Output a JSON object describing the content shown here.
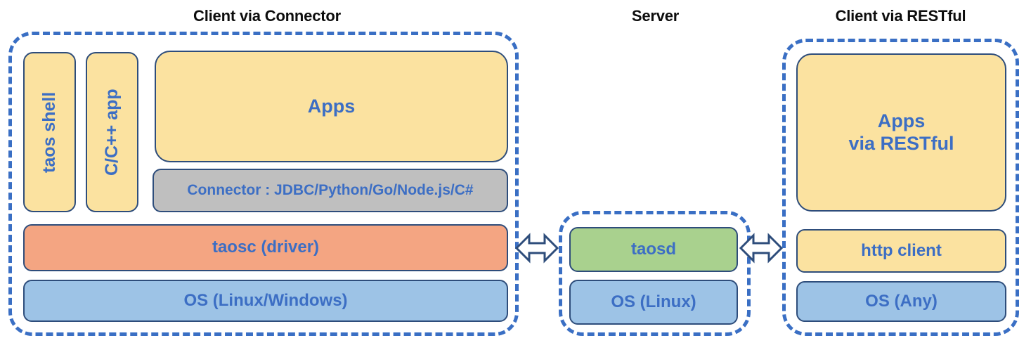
{
  "diagram": {
    "title_left": "Client via Connector",
    "title_middle": "Server",
    "title_right": "Client via RESTful",
    "colors": {
      "dashed_border": "#3a6fc4",
      "box_border": "#2e4d7b",
      "text_blue": "#3c6ec4",
      "title_black": "#0d0d0d",
      "yellow": "#fbe2a0",
      "gray": "#bfbfbf",
      "orange": "#f4a582",
      "blue": "#9dc3e6",
      "green": "#a9d18e"
    }
  },
  "client_connector": {
    "taos_shell": "taos shell",
    "c_cpp_app": "C/C++ app",
    "apps": "Apps",
    "connector": "Connector : JDBC/Python/Go/Node.js/C#",
    "taosc": "taosc (driver)",
    "os": "OS (Linux/Windows)"
  },
  "server": {
    "taosd": "taosd",
    "os": "OS (Linux)"
  },
  "client_restful": {
    "apps_line1": "Apps",
    "apps_line2": "via RESTful",
    "http_client": "http client",
    "os": "OS (Any)"
  },
  "connections": {
    "left_arrow": "bidirectional-arrow",
    "right_arrow": "bidirectional-arrow"
  }
}
